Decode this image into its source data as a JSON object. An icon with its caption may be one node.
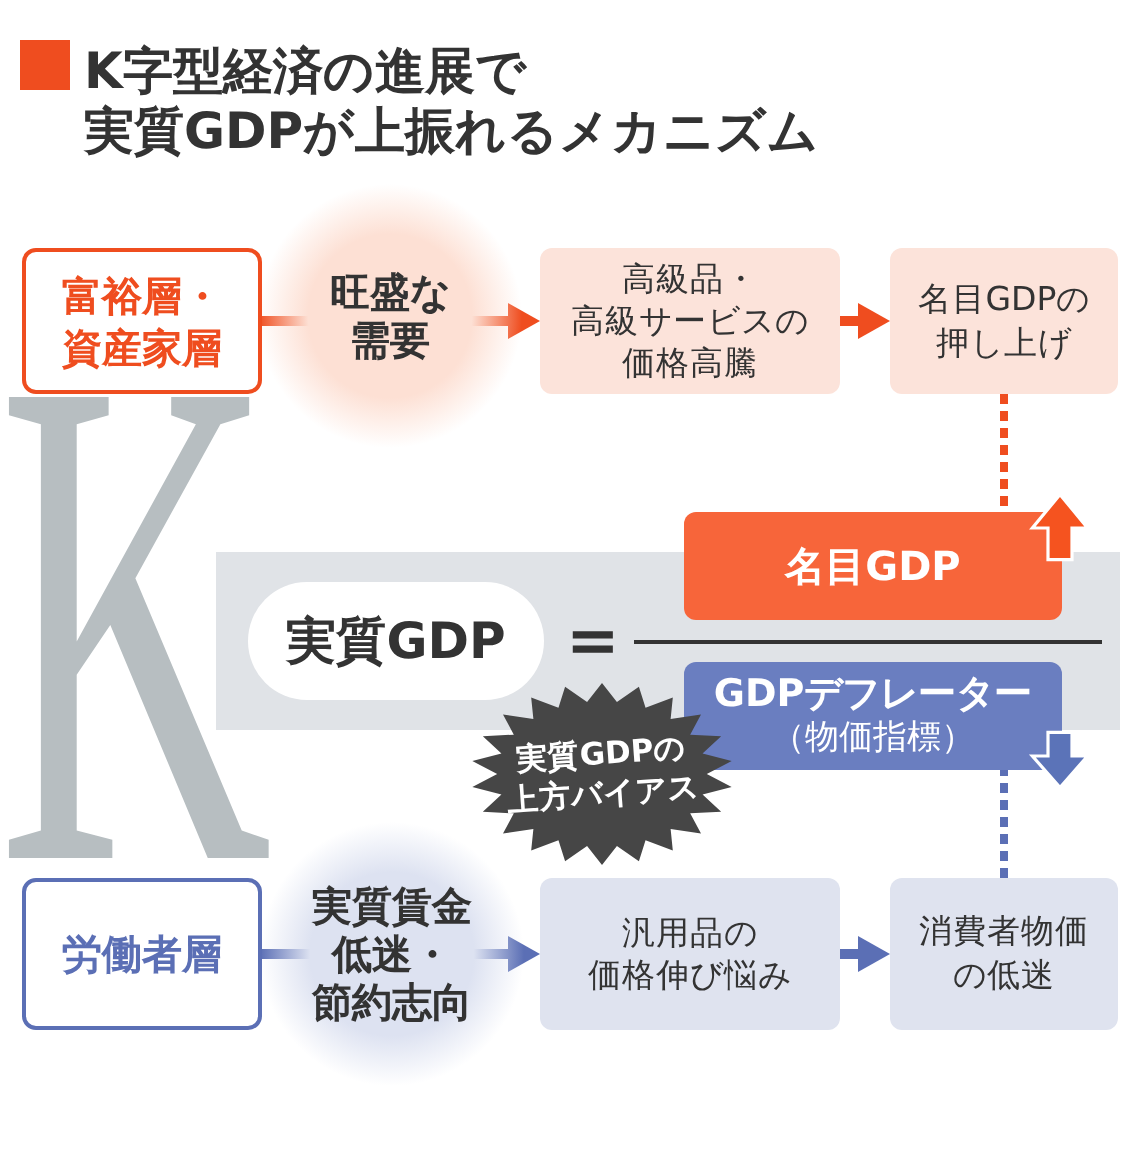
{
  "diagram": {
    "title": "K字型経済の進展で実質GDPが上振れるメカニズム",
    "nodes": [
      {
        "text": [
          "富裕層・資産家層"
        ]
      },
      {
        "text": [
          "高級品・高級サービスの価格高騰"
        ]
      },
      {
        "text": [
          "名目GDPの押し上げ"
        ]
      },
      {
        "text": [
          "実質GDP"
        ]
      },
      {
        "text": [
          "名目GDP"
        ]
      },
      {
        "text": [
          "GDPデフレーター",
          "（物価指標）"
        ]
      },
      {
        "text": [
          "実質GDPの上方バイアス"
        ]
      },
      {
        "text": [
          "労働者層"
        ]
      },
      {
        "text": [
          "汎用品の価格伸び悩み"
        ]
      },
      {
        "text": [
          "消費者物価の低迷"
        ]
      }
    ],
    "edges": [
      {
        "from": 0,
        "to": 1,
        "arrow": "to",
        "label": "旺盛な需要",
        "color": "#ef4d1f"
      },
      {
        "from": 1,
        "to": 2,
        "arrow": "to",
        "color": "#ef4d1f"
      },
      {
        "from": 2,
        "to": 4,
        "arrow": "none",
        "style": "dashed",
        "color": "#ef4d1f"
      },
      {
        "from": 7,
        "to": 8,
        "arrow": "to",
        "label": "実質賃金低迷・節約志向",
        "color": "#5b6fb5"
      },
      {
        "from": 8,
        "to": 9,
        "arrow": "to",
        "color": "#5b6fb5"
      },
      {
        "from": 9,
        "to": 5,
        "arrow": "none",
        "style": "dashed",
        "color": "#5b6fb5"
      }
    ],
    "labels": [
      "K",
      "="
    ]
  }
}
